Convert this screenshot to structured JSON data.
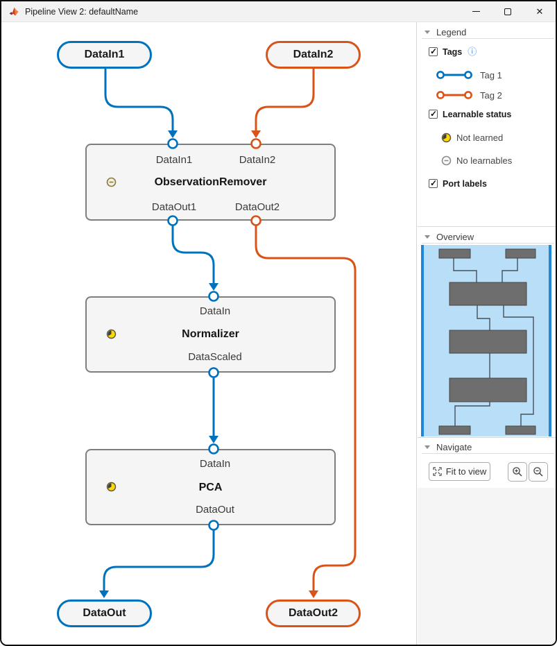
{
  "window": {
    "title": "Pipeline View 2: defaultName"
  },
  "canvas": {
    "terminals": {
      "datain1": {
        "label": "DataIn1",
        "color": "#0072BD"
      },
      "datain2": {
        "label": "DataIn2",
        "color": "#D95319"
      },
      "dataout": {
        "label": "DataOut",
        "color": "#0072BD"
      },
      "dataout2": {
        "label": "DataOut2",
        "color": "#D95319"
      }
    },
    "blocks": [
      {
        "title": "ObservationRemover",
        "ports_top": [
          "DataIn1",
          "DataIn2"
        ],
        "ports_bottom": [
          "DataOut1",
          "DataOut2"
        ],
        "status": "No learnables"
      },
      {
        "title": "Normalizer",
        "ports_top": [
          "DataIn"
        ],
        "ports_bottom": [
          "DataScaled"
        ],
        "status": "Not learned"
      },
      {
        "title": "PCA",
        "ports_top": [
          "DataIn"
        ],
        "ports_bottom": [
          "DataOut"
        ],
        "status": "Not learned"
      }
    ]
  },
  "sidebar": {
    "legend": {
      "header": "Legend",
      "tags": {
        "label": "Tags",
        "checked": true
      },
      "tag_items": [
        {
          "label": "Tag 1",
          "color": "#0072BD"
        },
        {
          "label": "Tag 2",
          "color": "#D95319"
        }
      ],
      "learnable": {
        "label": "Learnable status",
        "checked": true
      },
      "status_items": [
        {
          "label": "Not learned"
        },
        {
          "label": "No learnables"
        }
      ],
      "port_labels": {
        "label": "Port labels",
        "checked": true
      }
    },
    "overview": {
      "header": "Overview"
    },
    "navigate": {
      "header": "Navigate",
      "fit_button": "Fit to view"
    }
  },
  "colors": {
    "tag1": "#0072BD",
    "tag2": "#D95319",
    "block_fill": "#F5F5F5",
    "block_border": "#7E7E7E",
    "pill_fill": "#F5F5F5",
    "not_learned_yellow": "#FFD900",
    "no_learnables_gray": "#8C8C8C",
    "no_learnables_olive": "#8A7B3C",
    "minimap_bg": "#B9DEF8",
    "minimap_block": "#6E6E6E",
    "minimap_viewport": "#1E87D7",
    "info_blue": "#3D87D9"
  }
}
